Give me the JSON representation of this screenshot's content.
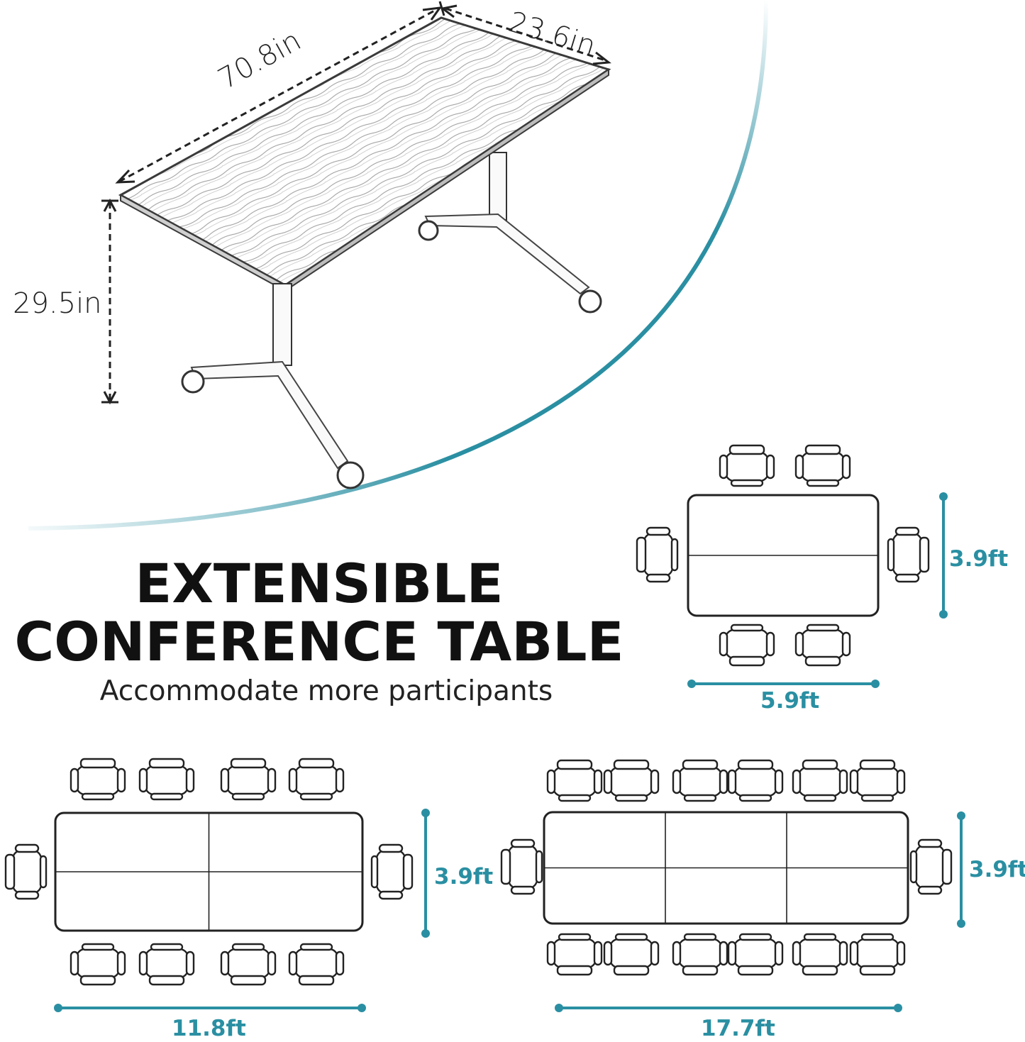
{
  "heading": {
    "line1": "EXTENSIBLE",
    "line2": "CONFERENCE TABLE",
    "subtitle": "Accommodate more participants"
  },
  "product_dimensions": {
    "length": "70.8in",
    "width": "23.6in",
    "height": "29.5in"
  },
  "layouts": [
    {
      "id": "one-table",
      "tables": 1,
      "chairs": 6,
      "width_label": "5.9ft",
      "depth_label": "3.9ft"
    },
    {
      "id": "two-tables",
      "tables": 2,
      "chairs": 10,
      "width_label": "11.8ft",
      "depth_label": "3.9ft"
    },
    {
      "id": "three-tables",
      "tables": 3,
      "chairs": 14,
      "width_label": "17.7ft",
      "depth_label": "3.9ft"
    }
  ],
  "colors": {
    "accent": "#2a8fa2",
    "outline": "#222222",
    "text": "#111111"
  }
}
